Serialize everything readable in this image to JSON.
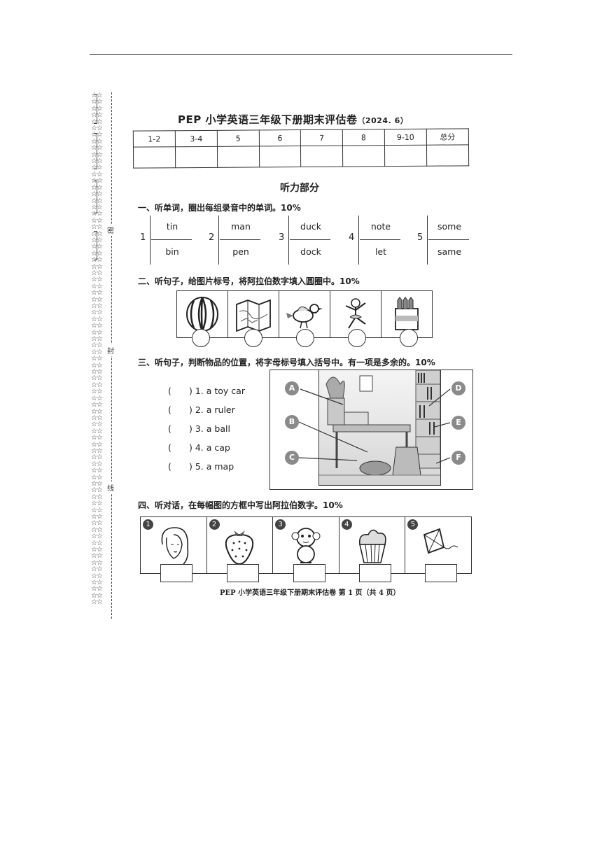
{
  "header": {
    "title": "PEP 小学英语三年级下册期末评估卷",
    "title_date": "（2024. 6）"
  },
  "binding_margin": {
    "words": [
      "密",
      "封",
      "线"
    ],
    "stars": "☆☆ ☆☆ ☆☆ ☆☆ ☆☆ ☆☆ ☆☆ ☆☆ ☆☆ ☆☆ ☆☆ ☆☆ ☆☆ ☆☆ ☆☆ ☆☆ ☆☆ ☆☆ ☆☆ ☆☆ ☆☆ ☆☆ ☆☆ ☆☆ ☆☆ ☆☆ ☆☆ ☆☆ ☆☆ ☆☆ ☆☆ ☆☆ ☆☆ ☆☆ ☆☆ ☆☆ ☆☆ ☆☆ ☆☆ ☆☆ ☆☆ ☆☆ ☆☆ ☆☆ ☆☆ ☆☆ ☆☆ ☆☆ ☆☆ ☆☆ ☆☆ ☆☆ ☆☆ ☆☆ ☆☆ ☆☆ ☆☆ ☆☆ ☆☆ ☆☆ ☆☆ ☆☆ ☆☆ ☆☆ ☆☆ ☆☆ ☆☆ ☆☆ ☆☆ ☆☆ ☆☆ ☆☆ ☆☆ ☆☆ ☆☆ ☆☆ ☆☆ ☆☆"
  },
  "score_table": {
    "headers": [
      "1-2",
      "3-4",
      "5",
      "6",
      "7",
      "8",
      "9-10",
      "总分"
    ]
  },
  "section_title": "听力部分",
  "q1": {
    "title": "一、听单词，圈出每组录音中的单词。10%",
    "pairs": [
      {
        "num": "1",
        "top": "tin",
        "bottom": "bin"
      },
      {
        "num": "2",
        "top": "man",
        "bottom": "pen"
      },
      {
        "num": "3",
        "top": "duck",
        "bottom": "dock"
      },
      {
        "num": "4",
        "top": "note",
        "bottom": "let"
      },
      {
        "num": "5",
        "top": "some",
        "bottom": "same"
      }
    ]
  },
  "q2": {
    "title": "二、听句子，给图片标号，将阿拉伯数字填入圆圈中。10%",
    "pictures": [
      "watermelon-icon",
      "map-icon",
      "bird-icon",
      "dancer-icon",
      "crayons-icon"
    ]
  },
  "q3": {
    "title": "三、听句子，判断物品的位置，将字母标号填入括号中。有一项是多余的。10%",
    "items": [
      {
        "paren": "(",
        "text": ") 1. a toy car"
      },
      {
        "paren": "(",
        "text": ") 2. a ruler"
      },
      {
        "paren": "(",
        "text": ") 3. a ball"
      },
      {
        "paren": "(",
        "text": ") 4. a cap"
      },
      {
        "paren": "(",
        "text": ") 5. a map"
      }
    ],
    "labels": [
      "A",
      "B",
      "C",
      "D",
      "E",
      "F"
    ]
  },
  "q4": {
    "title": "四、听对话，在每幅图的方框中写出阿拉伯数字。10%",
    "pictures": [
      {
        "num": "1",
        "icon": "girl-face-icon"
      },
      {
        "num": "2",
        "icon": "strawberry-icon"
      },
      {
        "num": "3",
        "icon": "monkey-icon"
      },
      {
        "num": "4",
        "icon": "cupcake-icon"
      },
      {
        "num": "5",
        "icon": "kite-icon"
      }
    ]
  },
  "footer": "PEP 小学英语三年级下册期末评估卷   第 1 页（共 4 页）"
}
